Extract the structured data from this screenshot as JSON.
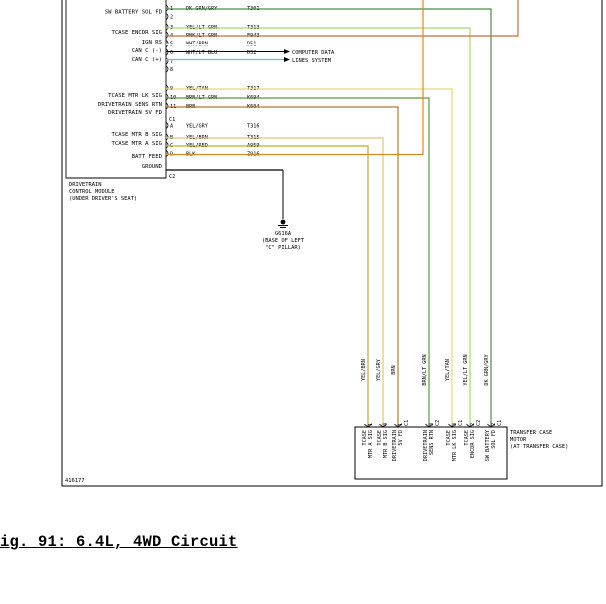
{
  "module": {
    "pin_labels": [
      "SW BATTERY SOL FD",
      "TCASE ENCDR SIG",
      "IGN RS",
      "CAN C (-)",
      "CAN C (+)",
      "TCASE MTR LK SIG",
      "DRIVETRAIN SENS RTN",
      "DRIVETRAIN 5V FD",
      "TCASE MTR B SIG",
      "TCASE MTR A SIG",
      "BATT FEED",
      "GROUND"
    ],
    "name_lines": [
      "DRIVETRAIN",
      "CONTROL MODULE",
      "(UNDER DRIVER'S SEAT)"
    ],
    "pins": [
      {
        "num": "1",
        "color": "DK GRN/GRY",
        "circuit": "T301"
      },
      {
        "num": "2",
        "color": "",
        "circuit": ""
      },
      {
        "num": "3",
        "color": "YEL/LT GRN",
        "circuit": "T313"
      },
      {
        "num": "4",
        "color": "PNK/LT GRN",
        "circuit": "F943"
      },
      {
        "num": "5",
        "color": "WHT/BRN",
        "circuit": "D51"
      },
      {
        "num": "6",
        "color": "WHT/LT BLU",
        "circuit": "D52"
      },
      {
        "num": "7",
        "color": "",
        "circuit": ""
      },
      {
        "num": "8",
        "color": "",
        "circuit": ""
      },
      {
        "num": "9",
        "color": "YEL/TAN",
        "circuit": "T317"
      },
      {
        "num": "10",
        "color": "BRN/LT GRN",
        "circuit": "K694"
      },
      {
        "num": "11",
        "color": "BRN",
        "circuit": "K604"
      },
      {
        "num": "A",
        "color": "YEL/GRY",
        "circuit": "T316"
      },
      {
        "num": "B",
        "color": "YEL/BRN",
        "circuit": "T315"
      },
      {
        "num": "C",
        "color": "YEL/RED",
        "circuit": "A959"
      },
      {
        "num": "D",
        "color": "BLK",
        "circuit": "Z916"
      }
    ],
    "connector_ids": [
      "C1",
      "C2"
    ]
  },
  "computer_data": [
    "COMPUTER DATA",
    "LINES SYSTEM"
  ],
  "ground": {
    "id": "G616A",
    "note_lines": [
      "(BASE OF LEFT",
      "\"C\" PILLAR)"
    ]
  },
  "motor_connector": {
    "wires": [
      {
        "color": "YEL/BRN",
        "pin": "1",
        "conn": "",
        "label_lines": [
          "TCASE",
          "MTR A SIG"
        ],
        "hex": "#c8a830"
      },
      {
        "color": "YEL/GRY",
        "pin": "4",
        "conn": "",
        "label_lines": [
          "TCASE",
          "MTR B SIG"
        ],
        "hex": "#d9c878"
      },
      {
        "color": "BRN",
        "pin": "1",
        "conn": "C1",
        "label_lines": [
          "DRIVETRAIN",
          "5V FD"
        ],
        "hex": "#b07a2c"
      },
      {
        "color": "BRN/LT GRN",
        "pin": "3",
        "conn": "C2",
        "label_lines": [
          "DRIVETRAIN",
          "SENS RTN"
        ],
        "hex": "#5b9a3e"
      },
      {
        "color": "YEL/TAN",
        "pin": "3",
        "conn": "C1",
        "label_lines": [
          "TCASE",
          "MTR LK SIG"
        ],
        "hex": "#e8d870"
      },
      {
        "color": "YEL/LT GRN",
        "pin": "2",
        "conn": "C2",
        "label_lines": [
          "TCASE",
          "ENCDR SIG"
        ],
        "hex": "#a8d870"
      },
      {
        "color": "DK GRN/GRY",
        "pin": "2",
        "conn": "C1",
        "label_lines": [
          "SW BATTERY",
          "SOL FD"
        ],
        "hex": "#4c8c4c"
      }
    ],
    "device_lines": [
      "TRANSFER CASE",
      "MOTOR",
      "(AT TRANSFER CASE)"
    ]
  },
  "wire_colors": {
    "pnk_lt_grn": "#c86e45",
    "wht_lt_blu": "#55c8dc",
    "yel_red": "#d88a2a",
    "blk": "#000000"
  },
  "figure_id": "416177",
  "caption": "ig. 91: 6.4L, 4WD Circuit"
}
